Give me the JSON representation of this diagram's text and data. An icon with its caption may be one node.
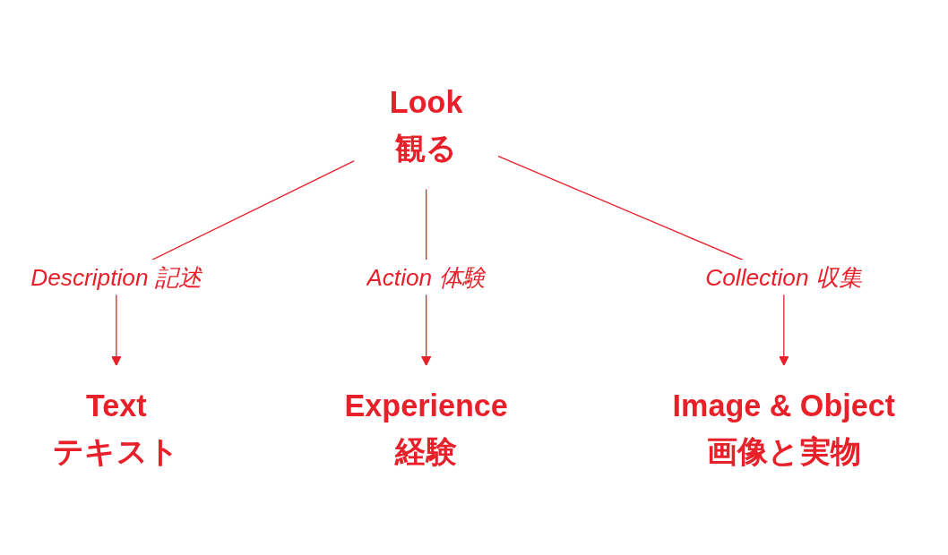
{
  "diagram": {
    "nodes": [
      {
        "text": [
          "Look",
          "観る"
        ]
      },
      {
        "text": [
          "Text",
          "テキスト"
        ]
      },
      {
        "text": [
          "Experience",
          "経験"
        ]
      },
      {
        "text": [
          "Image & Object",
          "画像と実物"
        ]
      }
    ],
    "edges": [
      {
        "from": 0,
        "to": 1,
        "arrow": "to",
        "label": "Description 記述",
        "color": "#e8202a"
      },
      {
        "from": 0,
        "to": 2,
        "arrow": "to",
        "label": "Action 体験",
        "color": "#e8202a"
      },
      {
        "from": 0,
        "to": 3,
        "arrow": "to",
        "label": "Collection 収集",
        "color": "#e8202a"
      }
    ]
  }
}
